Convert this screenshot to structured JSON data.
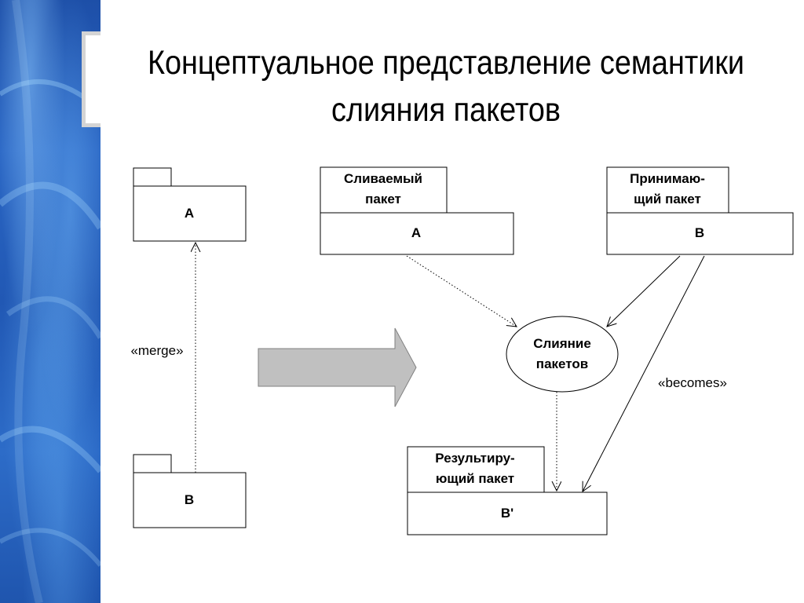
{
  "slide": {
    "title_line1": "Концептуальное представление семантики",
    "title_line2": "слияния пакетов"
  },
  "left": {
    "package_a": "A",
    "package_b": "B",
    "merge_label": "«merge»"
  },
  "right": {
    "merged_package": {
      "tab_line1": "Сливаемый",
      "tab_line2": "пакет",
      "name": "A"
    },
    "receiving_package": {
      "tab_line1": "Принимаю-",
      "tab_line2": "щий пакет",
      "name": "B"
    },
    "merge_process": {
      "line1": "Слияние",
      "line2": "пакетов"
    },
    "resulting_package": {
      "tab_line1": "Результиру-",
      "tab_line2": "ющий пакет",
      "name": "B'"
    },
    "becomes_label": "«becomes»"
  },
  "colors": {
    "sidebar": "#2158b4",
    "arrow_fill": "#c0c0c0",
    "line": "#000000"
  }
}
